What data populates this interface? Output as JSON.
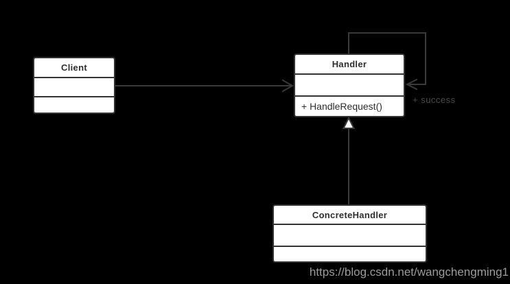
{
  "diagram": {
    "classes": [
      {
        "name": "Client",
        "attributes": [],
        "methods": []
      },
      {
        "name": "Handler",
        "attributes": [],
        "methods": [
          "+ HandleRequest()"
        ]
      },
      {
        "name": "ConcreteHandler",
        "attributes": [],
        "methods": []
      }
    ],
    "relationships": [
      {
        "from": "Client",
        "to": "Handler",
        "type": "association",
        "label": ""
      },
      {
        "from": "Handler",
        "to": "Handler",
        "type": "self-association",
        "label": "+ success"
      },
      {
        "from": "ConcreteHandler",
        "to": "Handler",
        "type": "generalization",
        "label": ""
      }
    ],
    "watermark": "https://blog.csdn.net/wangchengming1",
    "colors": {
      "background": "#000000",
      "box_fill": "#ffffff",
      "box_border": "#333333",
      "connector_line": "#3a3a3a",
      "edge_label_text": "#4a4a4a",
      "watermark_text": "#9c9c9c",
      "class_text": "#2d2d2d"
    }
  }
}
